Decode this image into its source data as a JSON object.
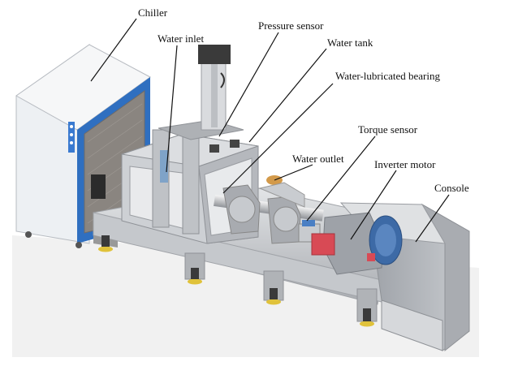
{
  "labels": {
    "chiller": "Chiller",
    "water_inlet": "Water inlet",
    "pressure_sensor": "Pressure sensor",
    "water_tank": "Water tank",
    "water_lubricated_bearing": "Water-lubricated bearing",
    "torque_sensor": "Torque sensor",
    "water_outlet": "Water outlet",
    "inverter_motor": "Inverter motor",
    "console": "Console"
  },
  "colors": {
    "chiller_frame": "#2f6fc0",
    "frame_gray": "#b9bcc1",
    "base_gray": "#cfd1d4",
    "motor_blue": "#3d6aa6",
    "torque_red": "#d84a55",
    "foot_yellow": "#e0c23a"
  }
}
